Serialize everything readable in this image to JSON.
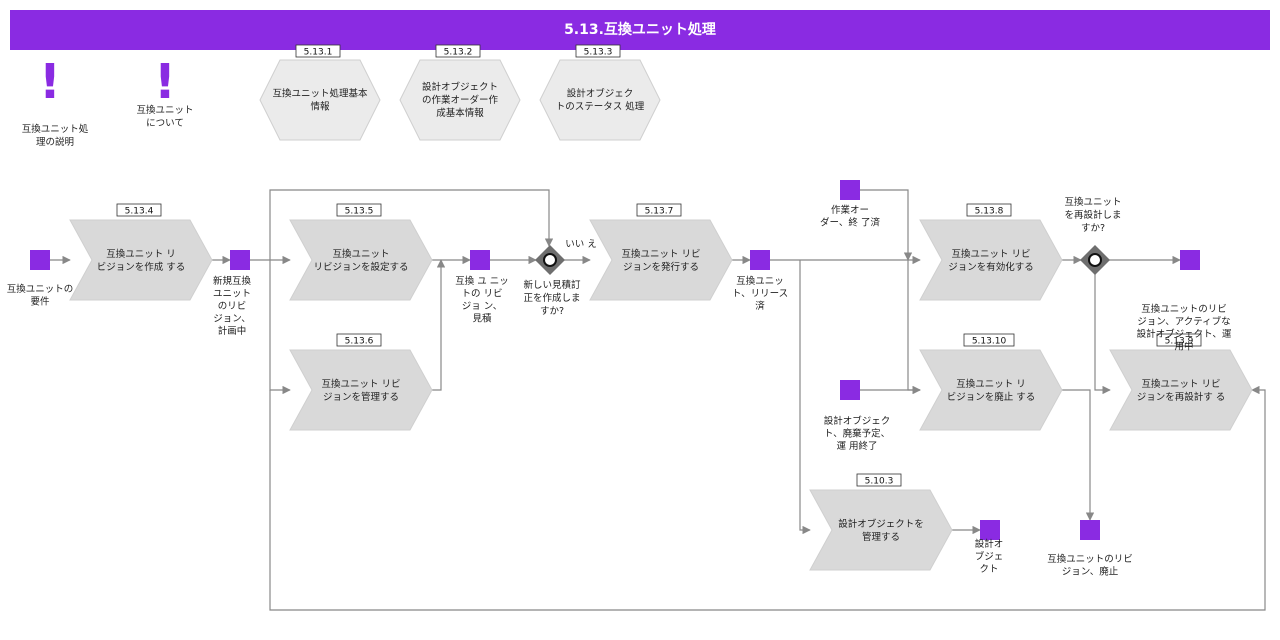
{
  "title": "5.13.互換ユニット処理",
  "colors": {
    "accent": "#8a2be2",
    "shape_fill": "#d9d9d9",
    "hex_fill": "#ebebeb",
    "gateway": "#6e6e6e",
    "edge": "#888888"
  },
  "notes": [
    {
      "id": "note1",
      "lines": [
        "互換ユニット処",
        "理の説明"
      ]
    },
    {
      "id": "note2",
      "lines": [
        "互換ユニット",
        "について"
      ]
    }
  ],
  "hexagons": [
    {
      "id": "h1",
      "tag": "5.13.1",
      "lines": [
        "互換ユニット処理基本",
        "情報"
      ]
    },
    {
      "id": "h2",
      "tag": "5.13.2",
      "lines": [
        "設計オブジェクト",
        "の作業オーダー作",
        "成基本情報"
      ]
    },
    {
      "id": "h3",
      "tag": "5.13.3",
      "lines": [
        "設計オブジェク",
        "トのステータス 処理"
      ]
    }
  ],
  "processes": [
    {
      "id": "p4",
      "tag": "5.13.4",
      "lines": [
        "互換ユニット リ",
        "ビジョンを作成 する"
      ]
    },
    {
      "id": "p5",
      "tag": "5.13.5",
      "lines": [
        "互換ユニット",
        "リビジョンを設定する"
      ]
    },
    {
      "id": "p6",
      "tag": "5.13.6",
      "lines": [
        "互換ユニット リビ",
        "ジョンを管理する"
      ]
    },
    {
      "id": "p7",
      "tag": "5.13.7",
      "lines": [
        "互換ユニット リビ",
        "ジョンを発行する"
      ]
    },
    {
      "id": "p8",
      "tag": "5.13.8",
      "lines": [
        "互換ユニット リビ",
        "ジョンを有効化する"
      ]
    },
    {
      "id": "p10",
      "tag": "5.13.10",
      "lines": [
        "互換ユニット リ",
        "ビジョンを廃止 する"
      ]
    },
    {
      "id": "p9",
      "tag": "5.13.9",
      "lines": [
        "互換ユニット リビ",
        "ジョンを再設計す る"
      ]
    },
    {
      "id": "p103",
      "tag": "5.10.3",
      "lines": [
        "設計オブジェクトを",
        "管理する"
      ]
    }
  ],
  "events": [
    {
      "id": "e1",
      "lines": [
        "互換ユニットの",
        "要件"
      ]
    },
    {
      "id": "e2",
      "lines": [
        "新規互換",
        "ユニット",
        "のリビ",
        "ジョン、",
        "計画中"
      ]
    },
    {
      "id": "e3",
      "lines": [
        "互換 ユ ニッ",
        "トの リビ",
        "ジョ ン、",
        "見積"
      ]
    },
    {
      "id": "e4",
      "lines": [
        "互換ユニッ",
        "ト、リリース",
        "済"
      ]
    },
    {
      "id": "e5",
      "lines": [
        "作業オー",
        "ダー、終 了済"
      ]
    },
    {
      "id": "e6",
      "lines": []
    },
    {
      "id": "e7",
      "lines": [
        "設計オブジェク",
        "ト、廃棄予定、",
        "運 用終了"
      ]
    },
    {
      "id": "e8",
      "lines": [
        "互換ユニットのリビ",
        "ジョン、廃止"
      ]
    },
    {
      "id": "e9",
      "lines": [
        "設計オ",
        "ブジェ",
        "クト"
      ]
    }
  ],
  "gateways": [
    {
      "id": "g1",
      "lines": [
        "新しい見積訂",
        "正を作成しま",
        "すか?"
      ],
      "branch": "いい え"
    },
    {
      "id": "g2",
      "lines": [
        "互換ユニット",
        "を再設計しま",
        "すか?"
      ]
    }
  ],
  "edge_labels": [
    {
      "id": "l1",
      "lines": [
        "互換ユニットのリビ",
        "ジョン、アクティブな",
        "設計オブジェクト、運",
        "用中"
      ]
    }
  ]
}
